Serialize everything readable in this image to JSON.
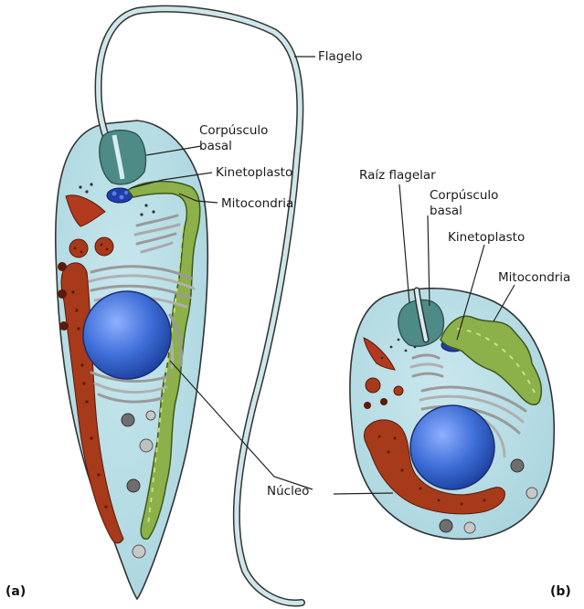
{
  "panel_a": {
    "tag": "(a)",
    "labels": {
      "flagelo": "Flagelo",
      "corpusculo_basal_1": "Corpúsculo",
      "corpusculo_basal_2": "basal",
      "kinetoplasto": "Kinetoplasto",
      "mitocondria": "Mitocondria"
    }
  },
  "panel_b": {
    "tag": "(b)",
    "labels": {
      "raiz_flagelar": "Raíz flagelar",
      "corpusculo_basal_1": "Corpúsculo",
      "corpusculo_basal_2": "basal",
      "kinetoplasto": "Kinetoplasto",
      "mitocondria": "Mitocondria"
    }
  },
  "shared": {
    "nucleo": "Núcleo"
  },
  "colors": {
    "cytoplasm": "#b9dfe6",
    "membrane": "#3a3a3a",
    "nucleus": "#3f6fd8",
    "mitochondrion": "#8cb04a",
    "kinetoplast": "#1f3ea8",
    "basal_body": "#4e8a86",
    "golgi": "#c8c8c8",
    "red_organelles": "#9a2f18"
  }
}
